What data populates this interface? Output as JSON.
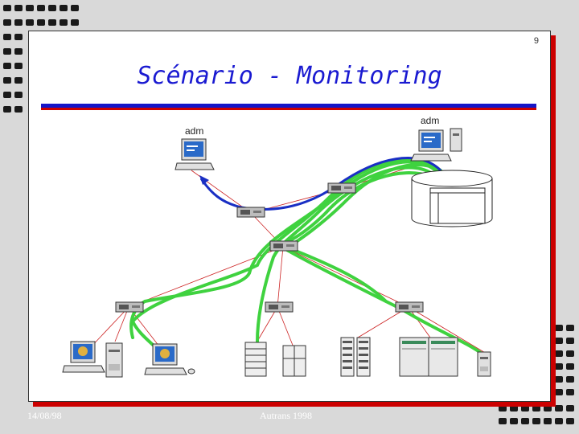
{
  "slide": {
    "page_number": "9",
    "title": "Scénario - Monitoring",
    "footer_date": "14/08/98",
    "footer_center": "Autrans 1998"
  },
  "diagram": {
    "labels": {
      "adm_left": "adm",
      "adm_right": "adm"
    }
  },
  "colors": {
    "title": "#1a1ad1",
    "rule_blue": "#1515c8",
    "rule_red": "#cc0000",
    "link_red": "#cc2222",
    "path_green": "#3fd23f",
    "path_blue": "#1a2fc4"
  },
  "icons": [
    "workstation-icon",
    "router-icon",
    "database-icon",
    "server-icon",
    "pc-icon"
  ]
}
